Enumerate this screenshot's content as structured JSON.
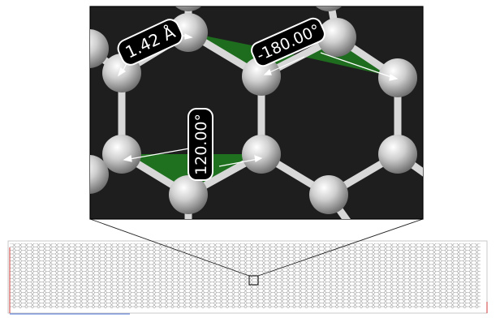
{
  "colors": {
    "zoom_background": "#1e1e1e",
    "atom": "#cfcfcf",
    "bond": "#d8d8d8",
    "angle_fill": "#1f7a1f",
    "label_fill": "#000000",
    "label_text": "#ffffff",
    "overview_background": "#ffffff",
    "overview_lattice": "#8a8a8a"
  },
  "measurements": {
    "bond_length": "1.42 Å",
    "bond_angle": "120.00°",
    "dihedral_angle": "-180.00°"
  }
}
